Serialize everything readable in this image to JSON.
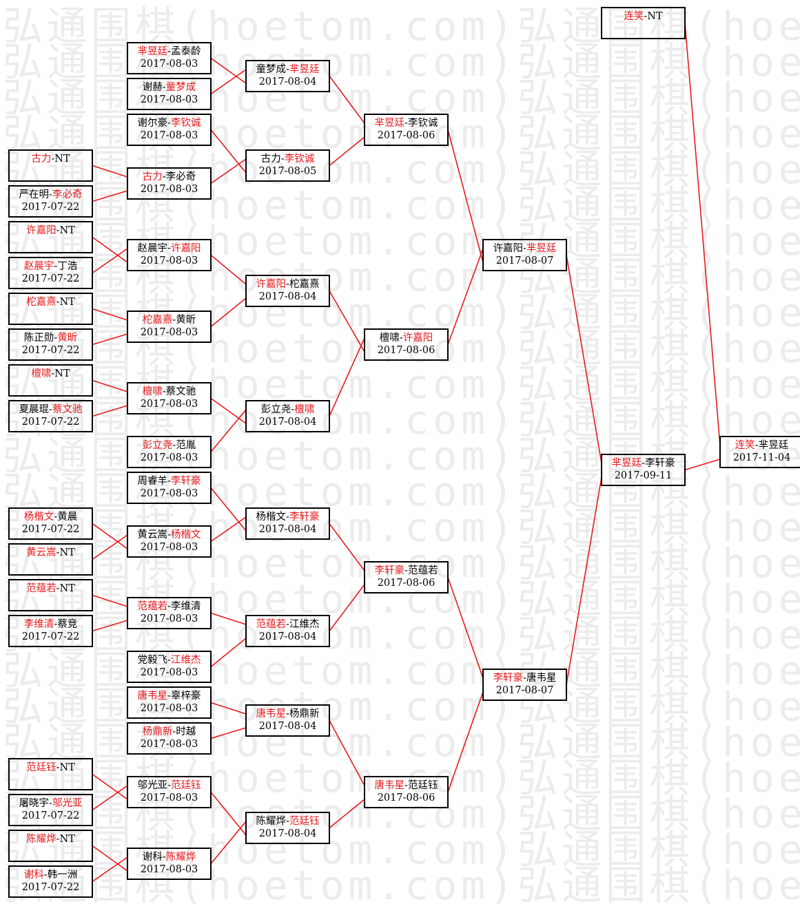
{
  "watermark": "弘通围棋(hoetom.com)弘通围棋(hoetom.com)",
  "colors": {
    "winner": "#e8191c",
    "line": "#e8191c",
    "border": "#000000"
  },
  "bracket": [
    {
      "id": "r1_1",
      "a": "古力",
      "b": "NT",
      "winner": "a",
      "date": ""
    },
    {
      "id": "r1_2",
      "a": "严在明",
      "b": "李必奇",
      "winner": "b",
      "date": "2017-07-22"
    },
    {
      "id": "r1_3",
      "a": "许嘉阳",
      "b": "NT",
      "winner": "a",
      "date": ""
    },
    {
      "id": "r1_4",
      "a": "赵晨宇",
      "b": "丁浩",
      "winner": "a",
      "date": "2017-07-22"
    },
    {
      "id": "r1_5",
      "a": "柁嘉熹",
      "b": "NT",
      "winner": "a",
      "date": ""
    },
    {
      "id": "r1_6",
      "a": "陈正勋",
      "b": "黄昕",
      "winner": "b",
      "date": "2017-07-22"
    },
    {
      "id": "r1_7",
      "a": "檀啸",
      "b": "NT",
      "winner": "a",
      "date": ""
    },
    {
      "id": "r1_8",
      "a": "夏晨琨",
      "b": "蔡文驰",
      "winner": "b",
      "date": "2017-07-22"
    },
    {
      "id": "r1_9",
      "a": "杨楷文",
      "b": "黄晨",
      "winner": "a",
      "date": "2017-07-22"
    },
    {
      "id": "r1_10",
      "a": "黄云嵩",
      "b": "NT",
      "winner": "a",
      "date": ""
    },
    {
      "id": "r1_11",
      "a": "范蕴若",
      "b": "NT",
      "winner": "a",
      "date": ""
    },
    {
      "id": "r1_12",
      "a": "李维清",
      "b": "蔡竞",
      "winner": "a",
      "date": "2017-07-22"
    },
    {
      "id": "r1_13",
      "a": "范廷钰",
      "b": "NT",
      "winner": "a",
      "date": ""
    },
    {
      "id": "r1_14",
      "a": "屠晓宇",
      "b": "邬光亚",
      "winner": "b",
      "date": "2017-07-22"
    },
    {
      "id": "r1_15",
      "a": "陈耀烨",
      "b": "NT",
      "winner": "a",
      "date": ""
    },
    {
      "id": "r1_16",
      "a": "谢科",
      "b": "韩一洲",
      "winner": "a",
      "date": "2017-07-22"
    },
    {
      "id": "r2_1",
      "a": "芈昱廷",
      "b": "孟泰龄",
      "winner": "a",
      "date": "2017-08-03"
    },
    {
      "id": "r2_2",
      "a": "谢赫",
      "b": "童梦成",
      "winner": "b",
      "date": "2017-08-03"
    },
    {
      "id": "r2_3",
      "a": "谢尔豪",
      "b": "李钦诚",
      "winner": "b",
      "date": "2017-08-03"
    },
    {
      "id": "r2_4",
      "a": "古力",
      "b": "李必奇",
      "winner": "a",
      "date": "2017-08-03"
    },
    {
      "id": "r2_5",
      "a": "赵晨宇",
      "b": "许嘉阳",
      "winner": "b",
      "date": "2017-08-03"
    },
    {
      "id": "r2_6",
      "a": "柁嘉熹",
      "b": "黄昕",
      "winner": "a",
      "date": "2017-08-03"
    },
    {
      "id": "r2_7",
      "a": "檀啸",
      "b": "蔡文驰",
      "winner": "a",
      "date": "2017-08-03"
    },
    {
      "id": "r2_8",
      "a": "彭立尧",
      "b": "范胤",
      "winner": "a",
      "date": "2017-08-03"
    },
    {
      "id": "r2_9",
      "a": "周睿羊",
      "b": "李轩豪",
      "winner": "b",
      "date": "2017-08-03"
    },
    {
      "id": "r2_10",
      "a": "黄云嵩",
      "b": "杨楷文",
      "winner": "b",
      "date": "2017-08-03"
    },
    {
      "id": "r2_11",
      "a": "范蕴若",
      "b": "李维清",
      "winner": "a",
      "date": "2017-08-03"
    },
    {
      "id": "r2_12",
      "a": "党毅飞",
      "b": "江维杰",
      "winner": "b",
      "date": "2017-08-03"
    },
    {
      "id": "r2_13",
      "a": "唐韦星",
      "b": "辜梓豪",
      "winner": "a",
      "date": "2017-08-03"
    },
    {
      "id": "r2_14",
      "a": "杨鼎新",
      "b": "时越",
      "winner": "a",
      "date": "2017-08-03"
    },
    {
      "id": "r2_15",
      "a": "邬光亚",
      "b": "范廷钰",
      "winner": "b",
      "date": "2017-08-03"
    },
    {
      "id": "r2_16",
      "a": "谢科",
      "b": "陈耀烨",
      "winner": "b",
      "date": "2017-08-03"
    },
    {
      "id": "r3_1",
      "a": "童梦成",
      "b": "芈昱廷",
      "winner": "b",
      "date": "2017-08-04"
    },
    {
      "id": "r3_2",
      "a": "古力",
      "b": "李钦诚",
      "winner": "b",
      "date": "2017-08-05"
    },
    {
      "id": "r3_3",
      "a": "许嘉阳",
      "b": "柁嘉熹",
      "winner": "a",
      "date": "2017-08-04"
    },
    {
      "id": "r3_4",
      "a": "彭立尧",
      "b": "檀啸",
      "winner": "b",
      "date": "2017-08-04"
    },
    {
      "id": "r3_5",
      "a": "杨楷文",
      "b": "李轩豪",
      "winner": "b",
      "date": "2017-08-04"
    },
    {
      "id": "r3_6",
      "a": "范蕴若",
      "b": "江维杰",
      "winner": "a",
      "date": "2017-08-04"
    },
    {
      "id": "r3_7",
      "a": "唐韦星",
      "b": "杨鼎新",
      "winner": "a",
      "date": "2017-08-04"
    },
    {
      "id": "r3_8",
      "a": "陈耀烨",
      "b": "范廷钰",
      "winner": "b",
      "date": "2017-08-04"
    },
    {
      "id": "r4_1",
      "a": "芈昱廷",
      "b": "李钦诚",
      "winner": "a",
      "date": "2017-08-06"
    },
    {
      "id": "r4_2",
      "a": "檀啸",
      "b": "许嘉阳",
      "winner": "b",
      "date": "2017-08-06"
    },
    {
      "id": "r4_3",
      "a": "李轩豪",
      "b": "范蕴若",
      "winner": "a",
      "date": "2017-08-06"
    },
    {
      "id": "r4_4",
      "a": "唐韦星",
      "b": "范廷钰",
      "winner": "a",
      "date": "2017-08-06"
    },
    {
      "id": "r5_1",
      "a": "许嘉阳",
      "b": "芈昱廷",
      "winner": "b",
      "date": "2017-08-07"
    },
    {
      "id": "r5_2",
      "a": "李轩豪",
      "b": "唐韦星",
      "winner": "a",
      "date": "2017-08-07"
    },
    {
      "id": "r6_1",
      "a": "芈昱廷",
      "b": "李轩豪",
      "winner": "a",
      "date": "2017-09-11"
    },
    {
      "id": "seed",
      "a": "连笑",
      "b": "NT",
      "winner": "a",
      "date": ""
    },
    {
      "id": "final",
      "a": "连笑",
      "b": "芈昱廷",
      "winner": "a",
      "date": "2017-11-04"
    }
  ]
}
